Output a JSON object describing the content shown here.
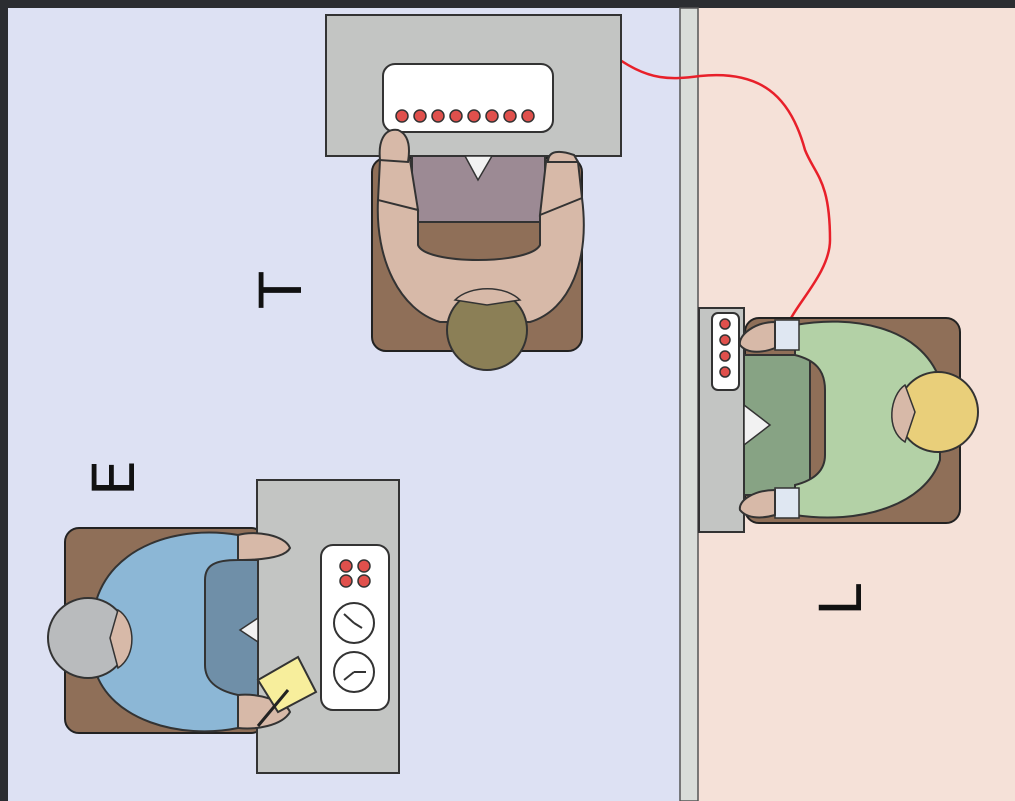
{
  "labels": {
    "experimenter": "E",
    "teacher": "T",
    "learner": "L"
  },
  "colors": {
    "frame": "#2b2d31",
    "room_left": "#dde1f3",
    "room_right": "#f5e1d8",
    "wall": "#d9ddd9",
    "desk": "#c3c5c3",
    "wire": "#e8202a",
    "button": "#e0504c",
    "experimenter_shirt": "#8cb7d6",
    "teacher_shirt": "#d7b9a8",
    "learner_shirt": "#b3d1a6",
    "experimenter_hair": "#b9bbbd",
    "teacher_hair": "#8b7f56",
    "learner_hair": "#e9cf7a",
    "chair": "#8f6f58"
  },
  "icons": [
    "clock-icon",
    "notepad-icon",
    "pen-icon",
    "button-icon"
  ]
}
